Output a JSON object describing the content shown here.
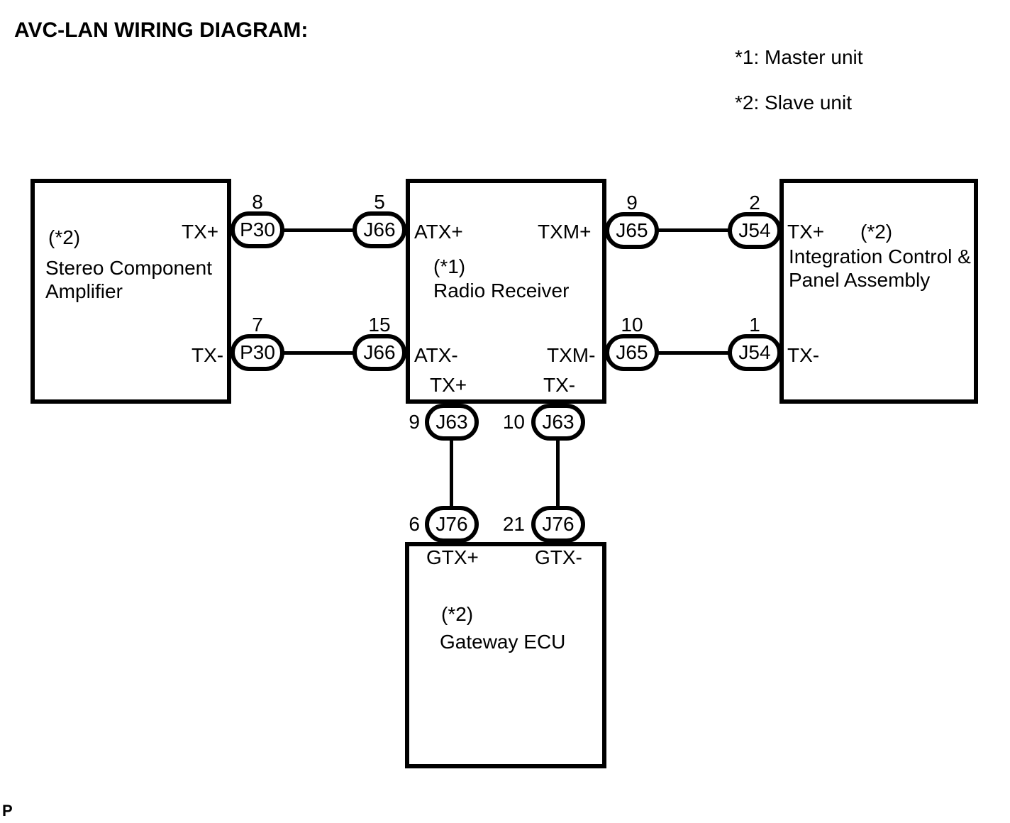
{
  "title": "AVC-LAN WIRING DIAGRAM:",
  "legend": {
    "master": "*1: Master unit",
    "slave": "*2: Slave unit"
  },
  "units": {
    "amplifier": {
      "tag": "(*2)",
      "name_lines": [
        "Stereo Component",
        "Amplifier"
      ],
      "terminals": {
        "tx_plus": "TX+",
        "tx_minus": "TX-"
      }
    },
    "radio_receiver": {
      "tag": "(*1)",
      "name": "Radio Receiver",
      "terminals": {
        "atx_plus": "ATX+",
        "txm_plus": "TXM+",
        "atx_minus": "ATX-",
        "txm_minus": "TXM-",
        "tx_plus": "TX+",
        "tx_minus": "TX-"
      }
    },
    "integration_panel": {
      "tag": "(*2)",
      "name_lines": [
        "Integration Control &",
        "Panel Assembly"
      ],
      "terminals": {
        "tx_plus": "TX+",
        "tx_minus": "TX-"
      }
    },
    "gateway_ecu": {
      "tag": "(*2)",
      "name": "Gateway ECU",
      "terminals": {
        "gtx_plus": "GTX+",
        "gtx_minus": "GTX-"
      }
    }
  },
  "connectors": {
    "p30_tx_plus": {
      "pin": "8",
      "label": "P30"
    },
    "p30_tx_minus": {
      "pin": "7",
      "label": "P30"
    },
    "j66_atx_plus": {
      "pin": "5",
      "label": "J66"
    },
    "j66_atx_minus": {
      "pin": "15",
      "label": "J66"
    },
    "j65_txm_plus": {
      "pin": "9",
      "label": "J65"
    },
    "j65_txm_minus": {
      "pin": "10",
      "label": "J65"
    },
    "j54_tx_plus": {
      "pin": "2",
      "label": "J54"
    },
    "j54_tx_minus": {
      "pin": "1",
      "label": "J54"
    },
    "j63_tx_plus": {
      "pin": "9",
      "label": "J63"
    },
    "j63_tx_minus": {
      "pin": "10",
      "label": "J63"
    },
    "j76_gtx_plus": {
      "pin": "6",
      "label": "J76"
    },
    "j76_gtx_minus": {
      "pin": "21",
      "label": "J76"
    }
  },
  "footer_mark": "P",
  "colors": {
    "line": "#000000",
    "background": "#ffffff"
  }
}
